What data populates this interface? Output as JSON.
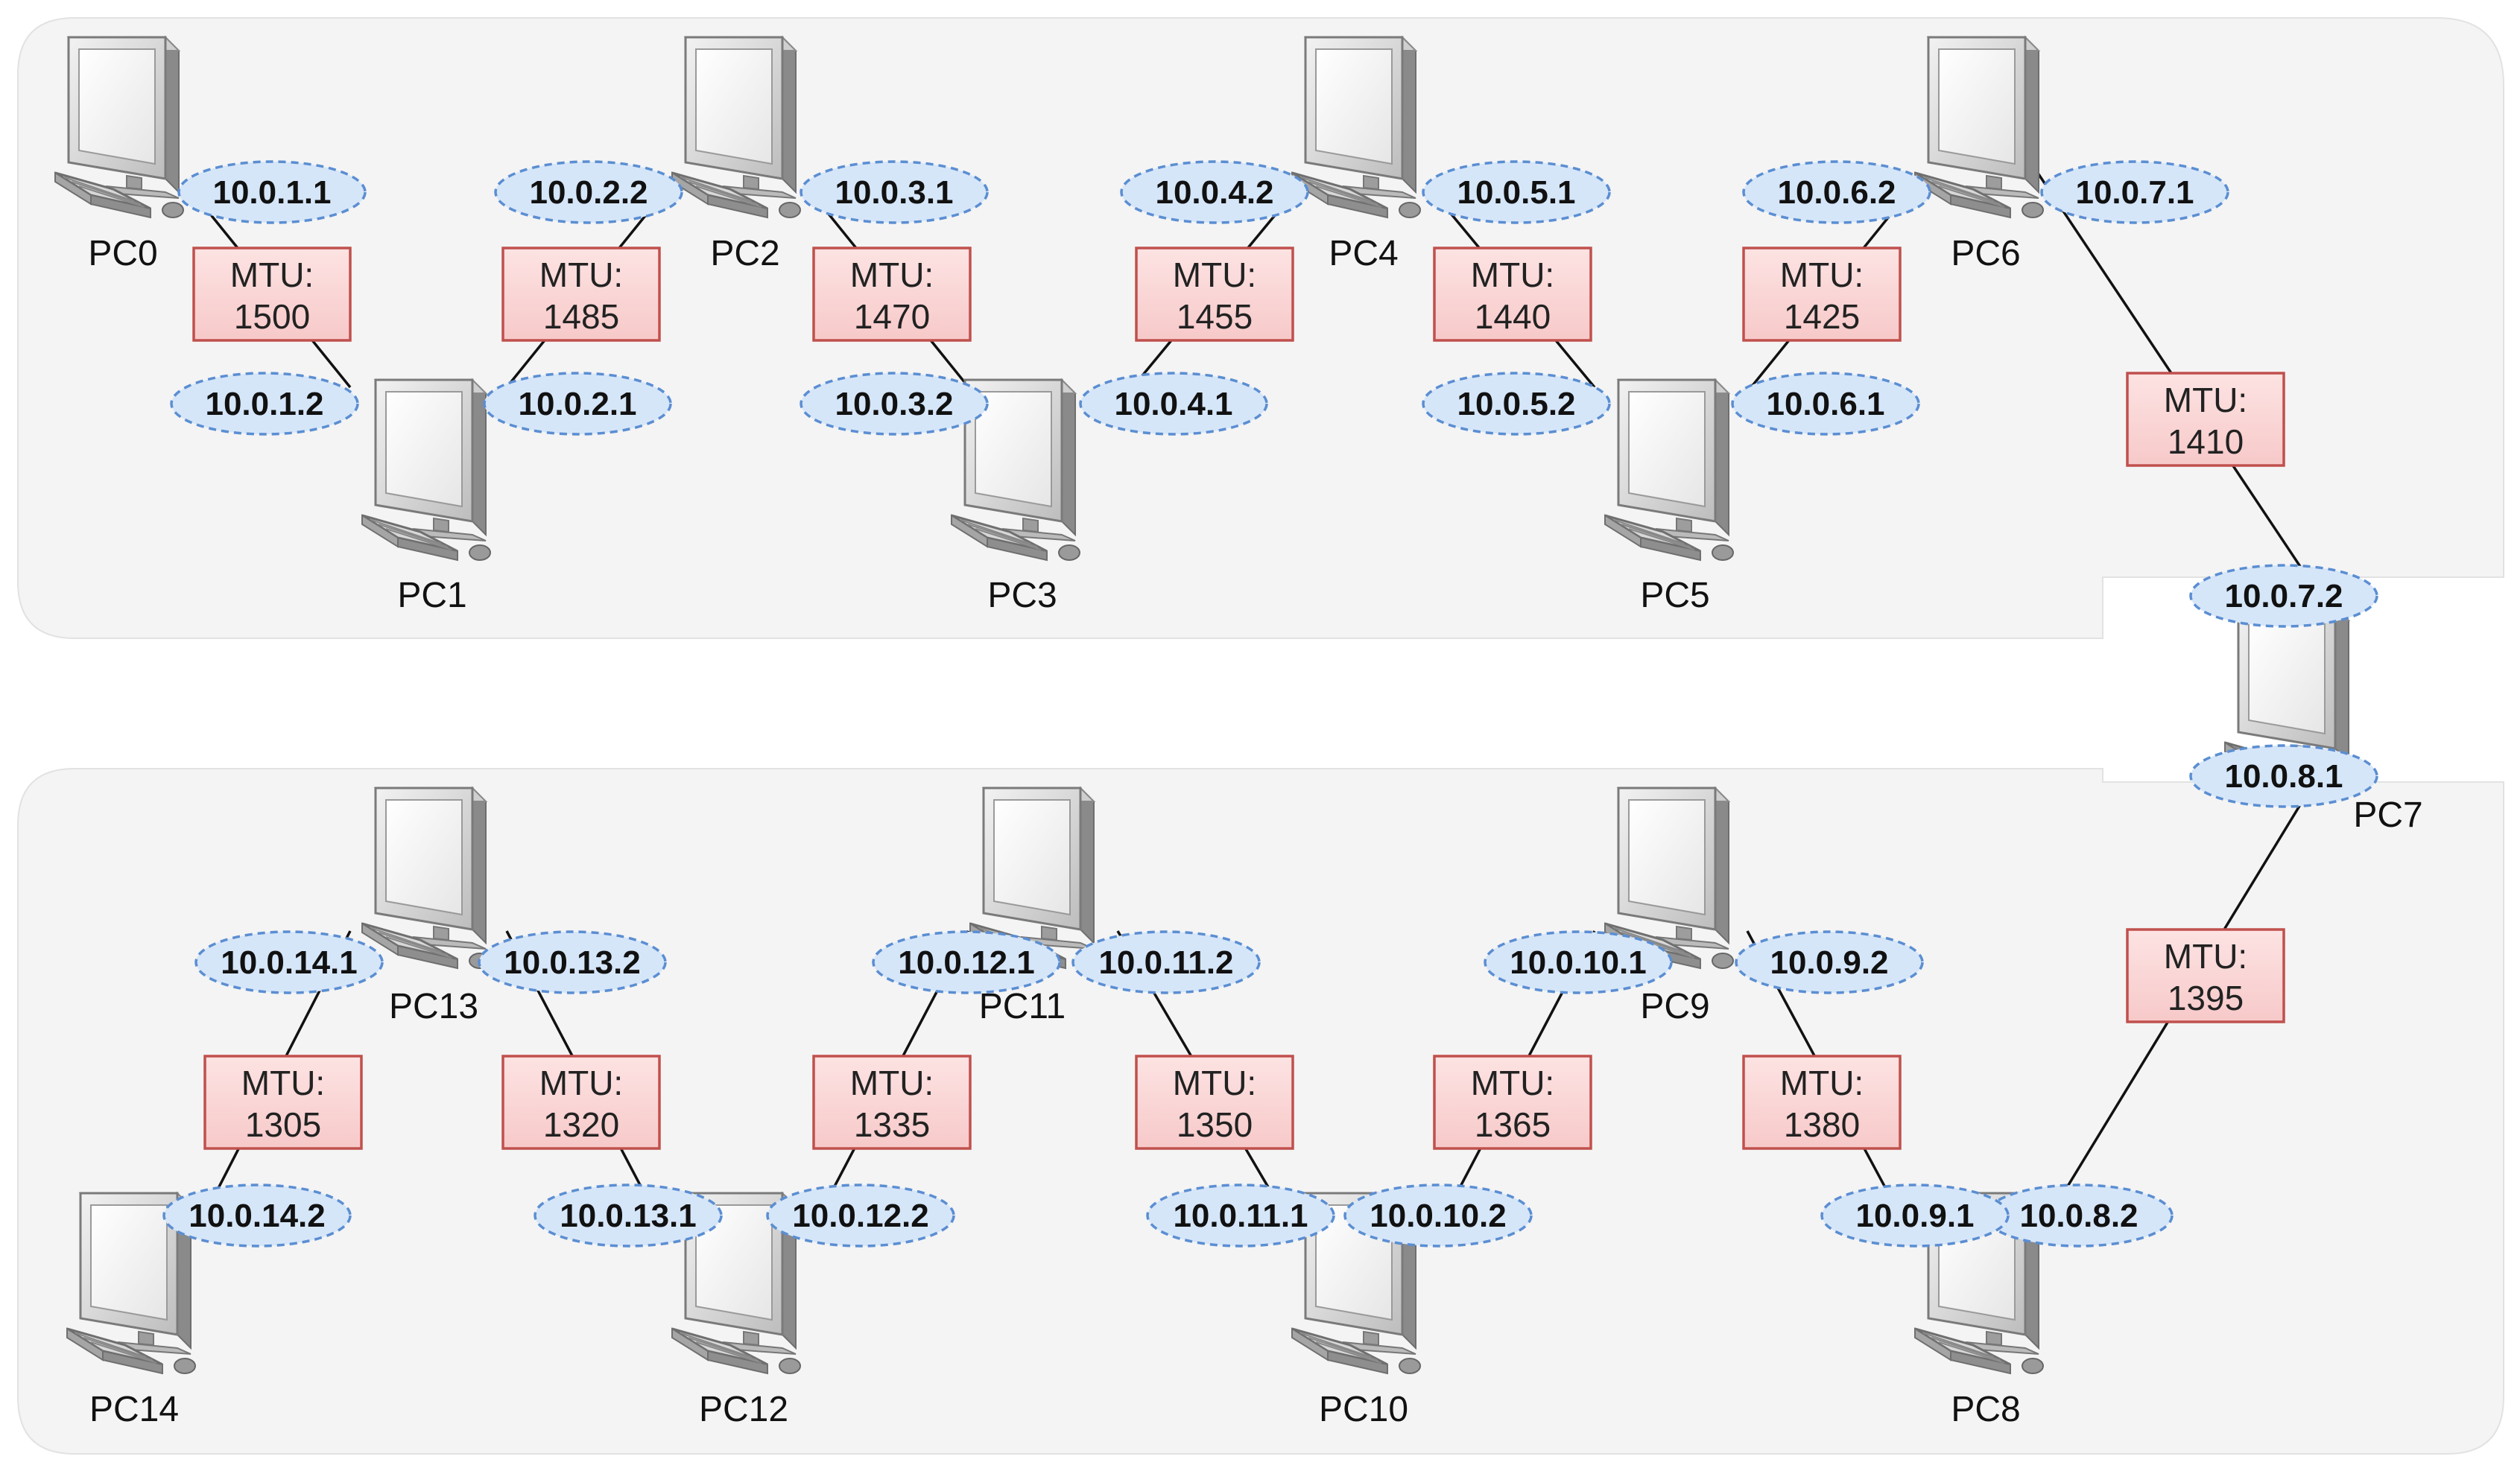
{
  "pcs": [
    "PC0",
    "PC1",
    "PC2",
    "PC3",
    "PC4",
    "PC5",
    "PC6",
    "PC7",
    "PC8",
    "PC9",
    "PC10",
    "PC11",
    "PC12",
    "PC13",
    "PC14"
  ],
  "mtu_prefix": "MTU:",
  "links": [
    {
      "from": "PC0",
      "to": "PC1",
      "mtu": "1500",
      "ip_from": "10.0.1.1",
      "ip_to": "10.0.1.2"
    },
    {
      "from": "PC1",
      "to": "PC2",
      "mtu": "1485",
      "ip_from": "10.0.2.1",
      "ip_to": "10.0.2.2"
    },
    {
      "from": "PC2",
      "to": "PC3",
      "mtu": "1470",
      "ip_from": "10.0.3.1",
      "ip_to": "10.0.3.2"
    },
    {
      "from": "PC3",
      "to": "PC4",
      "mtu": "1455",
      "ip_from": "10.0.4.1",
      "ip_to": "10.0.4.2"
    },
    {
      "from": "PC4",
      "to": "PC5",
      "mtu": "1440",
      "ip_from": "10.0.5.1",
      "ip_to": "10.0.5.2"
    },
    {
      "from": "PC5",
      "to": "PC6",
      "mtu": "1425",
      "ip_from": "10.0.6.1",
      "ip_to": "10.0.6.2"
    },
    {
      "from": "PC6",
      "to": "PC7",
      "mtu": "1410",
      "ip_from": "10.0.7.1",
      "ip_to": "10.0.7.2"
    },
    {
      "from": "PC7",
      "to": "PC8",
      "mtu": "1395",
      "ip_from": "10.0.8.1",
      "ip_to": "10.0.8.2"
    },
    {
      "from": "PC8",
      "to": "PC9",
      "mtu": "1380",
      "ip_from": "10.0.9.1",
      "ip_to": "10.0.9.2"
    },
    {
      "from": "PC9",
      "to": "PC10",
      "mtu": "1365",
      "ip_from": "10.0.10.1",
      "ip_to": "10.0.10.2"
    },
    {
      "from": "PC10",
      "to": "PC11",
      "mtu": "1350",
      "ip_from": "10.0.11.1",
      "ip_to": "10.0.11.2"
    },
    {
      "from": "PC11",
      "to": "PC12",
      "mtu": "1335",
      "ip_from": "10.0.12.1",
      "ip_to": "10.0.12.2"
    },
    {
      "from": "PC12",
      "to": "PC13",
      "mtu": "1320",
      "ip_from": "10.0.13.1",
      "ip_to": "10.0.13.2"
    },
    {
      "from": "PC13",
      "to": "PC14",
      "mtu": "1305",
      "ip_from": "10.0.14.1",
      "ip_to": "10.0.14.2"
    }
  ],
  "colors": {
    "panel": "#f4f4f4",
    "ip_fill": "#d6e6f9",
    "ip_stroke": "#5b8ed2",
    "mtu_stroke": "#c0504d",
    "mtu_fill_top": "#fde3e3",
    "mtu_fill_bottom": "#f7c9c9"
  },
  "icons": {
    "pc": "desktop-computer-icon"
  }
}
